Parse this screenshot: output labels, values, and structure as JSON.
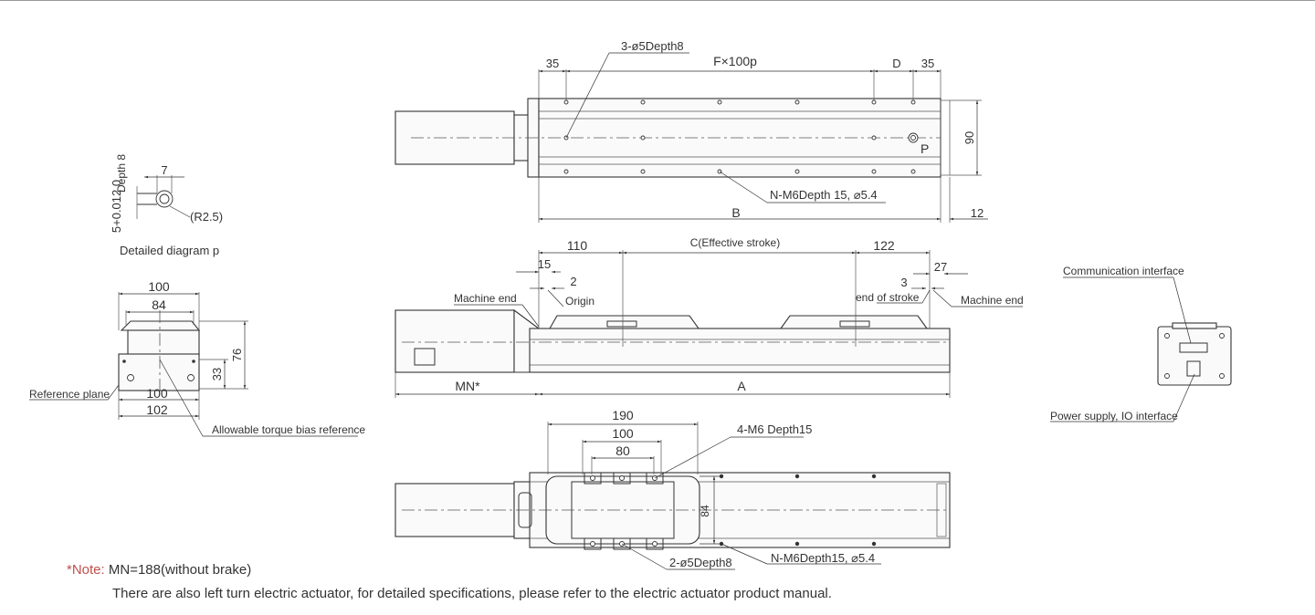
{
  "top_view": {
    "dim_35_left": "35",
    "dim_fx100p": "F×100p",
    "dim_d": "D",
    "dim_35_right": "35",
    "hole_callout": "3-ø5Depth8",
    "dim_90": "90",
    "label_p": "P",
    "thread_callout": "N-M6Depth 15, ⌀5.4",
    "dim_b": "B",
    "dim_12": "12"
  },
  "detail_p": {
    "depth": "Depth 8",
    "dim_7": "7",
    "tolerance": "5+0.012 0",
    "radius": "(R2.5)",
    "caption": "Detailed diagram p"
  },
  "side_view": {
    "dim_110": "110",
    "dim_c": "C(Effective stroke)",
    "dim_122": "122",
    "dim_15": "15",
    "dim_2": "2",
    "dim_3": "3",
    "dim_27": "27",
    "machine_end_left": "Machine end",
    "origin": "Origin",
    "end_of_stroke": "end of stroke",
    "machine_end_right": "Machine end",
    "dim_mn": "MN*",
    "dim_a": "A"
  },
  "end_view": {
    "dim_100_top": "100",
    "dim_84": "84",
    "dim_76": "76",
    "dim_33": "33",
    "dim_100_bottom": "100",
    "dim_102": "102",
    "reference_plane": "Reference plane",
    "torque_ref": "Allowable torque bias reference"
  },
  "bottom_view": {
    "dim_190": "190",
    "dim_100": "100",
    "dim_80": "80",
    "thread_4m6": "4-M6 Depth15",
    "dim_84": "84",
    "holes_2": "2-ø5Depth8",
    "thread_nm6": "N-M6Depth15, ⌀5.4"
  },
  "connector_view": {
    "comm_interface": "Communication interface",
    "power_io": "Power supply, IO interface"
  },
  "notes": {
    "label": "*Note:",
    "line1": "MN=188(without brake)",
    "line2": "There are also left turn electric actuator, for detailed specifications, please refer to the electric actuator product manual."
  }
}
